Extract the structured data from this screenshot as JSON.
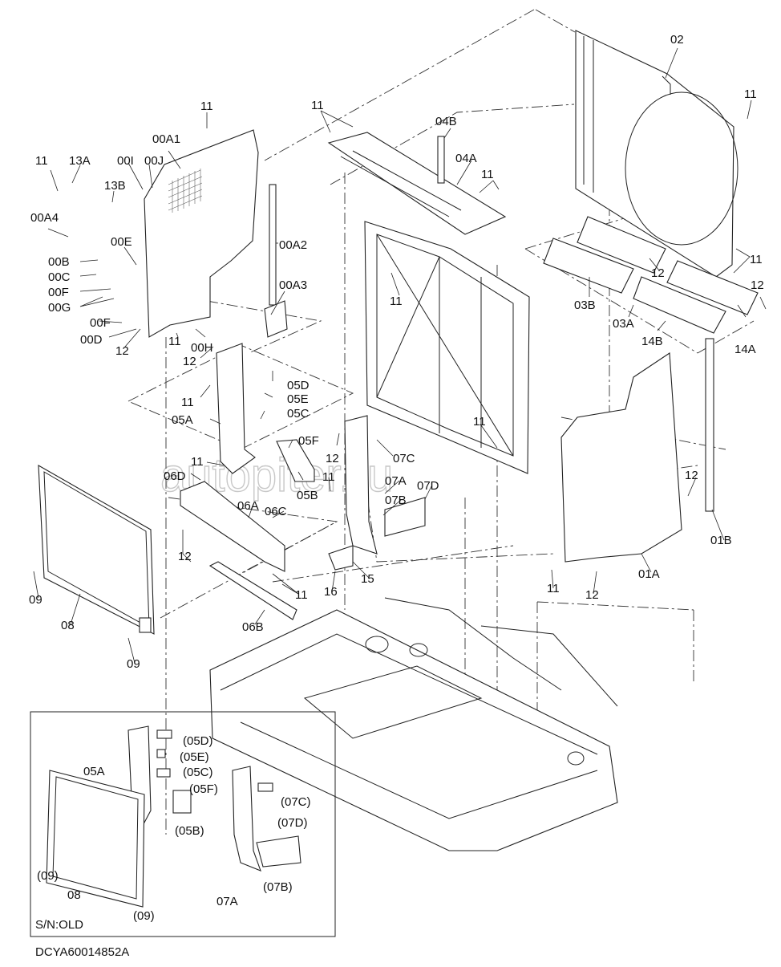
{
  "diagram": {
    "doc_code": "DCYA60014852A",
    "inset_caption": "S/N:OLD",
    "watermark": "autopiter.ru",
    "callouts": [
      {
        "id": "c-02",
        "text": "02"
      },
      {
        "id": "c-11a",
        "text": "11"
      },
      {
        "id": "c-11b",
        "text": "11"
      },
      {
        "id": "c-11c",
        "text": "11"
      },
      {
        "id": "c-00A1",
        "text": "00A1"
      },
      {
        "id": "c-04B",
        "text": "04B"
      },
      {
        "id": "c-04A",
        "text": "04A"
      },
      {
        "id": "c-11d",
        "text": "11"
      },
      {
        "id": "c-13A",
        "text": "13A"
      },
      {
        "id": "c-00I",
        "text": "00I"
      },
      {
        "id": "c-00J",
        "text": "00J"
      },
      {
        "id": "c-13B",
        "text": "13B"
      },
      {
        "id": "c-11e",
        "text": "11"
      },
      {
        "id": "c-00A4",
        "text": "00A4"
      },
      {
        "id": "c-00A2",
        "text": "00A2"
      },
      {
        "id": "c-00E",
        "text": "00E"
      },
      {
        "id": "c-00B",
        "text": "00B"
      },
      {
        "id": "c-00C",
        "text": "00C"
      },
      {
        "id": "c-00F",
        "text": "00F"
      },
      {
        "id": "c-00G",
        "text": "00G"
      },
      {
        "id": "c-00A3",
        "text": "00A3"
      },
      {
        "id": "c-11f",
        "text": "11"
      },
      {
        "id": "c-11g",
        "text": "11"
      },
      {
        "id": "c-12a",
        "text": "12"
      },
      {
        "id": "c-12b",
        "text": "12"
      },
      {
        "id": "c-03B",
        "text": "03B"
      },
      {
        "id": "c-03A",
        "text": "03A"
      },
      {
        "id": "c-14B",
        "text": "14B"
      },
      {
        "id": "c-14A",
        "text": "14A"
      },
      {
        "id": "c-00F2",
        "text": "00F"
      },
      {
        "id": "c-00D",
        "text": "00D"
      },
      {
        "id": "c-12c",
        "text": "12"
      },
      {
        "id": "c-11h",
        "text": "11"
      },
      {
        "id": "c-00H",
        "text": "00H"
      },
      {
        "id": "c-12d",
        "text": "12"
      },
      {
        "id": "c-05D",
        "text": "05D"
      },
      {
        "id": "c-11i",
        "text": "11"
      },
      {
        "id": "c-05E",
        "text": "05E"
      },
      {
        "id": "c-05C",
        "text": "05C"
      },
      {
        "id": "c-05A",
        "text": "05A"
      },
      {
        "id": "c-11j",
        "text": "11"
      },
      {
        "id": "c-05F",
        "text": "05F"
      },
      {
        "id": "c-12e",
        "text": "12"
      },
      {
        "id": "c-07C",
        "text": "07C"
      },
      {
        "id": "c-11k",
        "text": "11"
      },
      {
        "id": "c-06D",
        "text": "06D"
      },
      {
        "id": "c-05B",
        "text": "05B"
      },
      {
        "id": "c-11l",
        "text": "11"
      },
      {
        "id": "c-07A",
        "text": "07A"
      },
      {
        "id": "c-07D",
        "text": "07D"
      },
      {
        "id": "c-12f",
        "text": "12"
      },
      {
        "id": "c-06A",
        "text": "06A"
      },
      {
        "id": "c-07B",
        "text": "07B"
      },
      {
        "id": "c-06C",
        "text": "06C"
      },
      {
        "id": "c-01B",
        "text": "01B"
      },
      {
        "id": "c-12g",
        "text": "12"
      },
      {
        "id": "c-01A",
        "text": "01A"
      },
      {
        "id": "c-15",
        "text": "15"
      },
      {
        "id": "c-11m",
        "text": "11"
      },
      {
        "id": "c-16",
        "text": "16"
      },
      {
        "id": "c-11n",
        "text": "11"
      },
      {
        "id": "c-12h",
        "text": "12"
      },
      {
        "id": "c-09a",
        "text": "09"
      },
      {
        "id": "c-08",
        "text": "08"
      },
      {
        "id": "c-06B",
        "text": "06B"
      },
      {
        "id": "c-09b",
        "text": "09"
      }
    ],
    "inset_callouts": [
      {
        "id": "i-05D",
        "text": "(05D)"
      },
      {
        "id": "i-05E",
        "text": "(05E)"
      },
      {
        "id": "i-05A",
        "text": "05A"
      },
      {
        "id": "i-05C",
        "text": "(05C)"
      },
      {
        "id": "i-05F",
        "text": "(05F)"
      },
      {
        "id": "i-07C",
        "text": "(07C)"
      },
      {
        "id": "i-07D",
        "text": "(07D)"
      },
      {
        "id": "i-05B",
        "text": "(05B)"
      },
      {
        "id": "i-09a",
        "text": "(09)"
      },
      {
        "id": "i-08",
        "text": "08"
      },
      {
        "id": "i-07B",
        "text": "(07B)"
      },
      {
        "id": "i-07A",
        "text": "07A"
      },
      {
        "id": "i-09b",
        "text": "(09)"
      }
    ]
  }
}
